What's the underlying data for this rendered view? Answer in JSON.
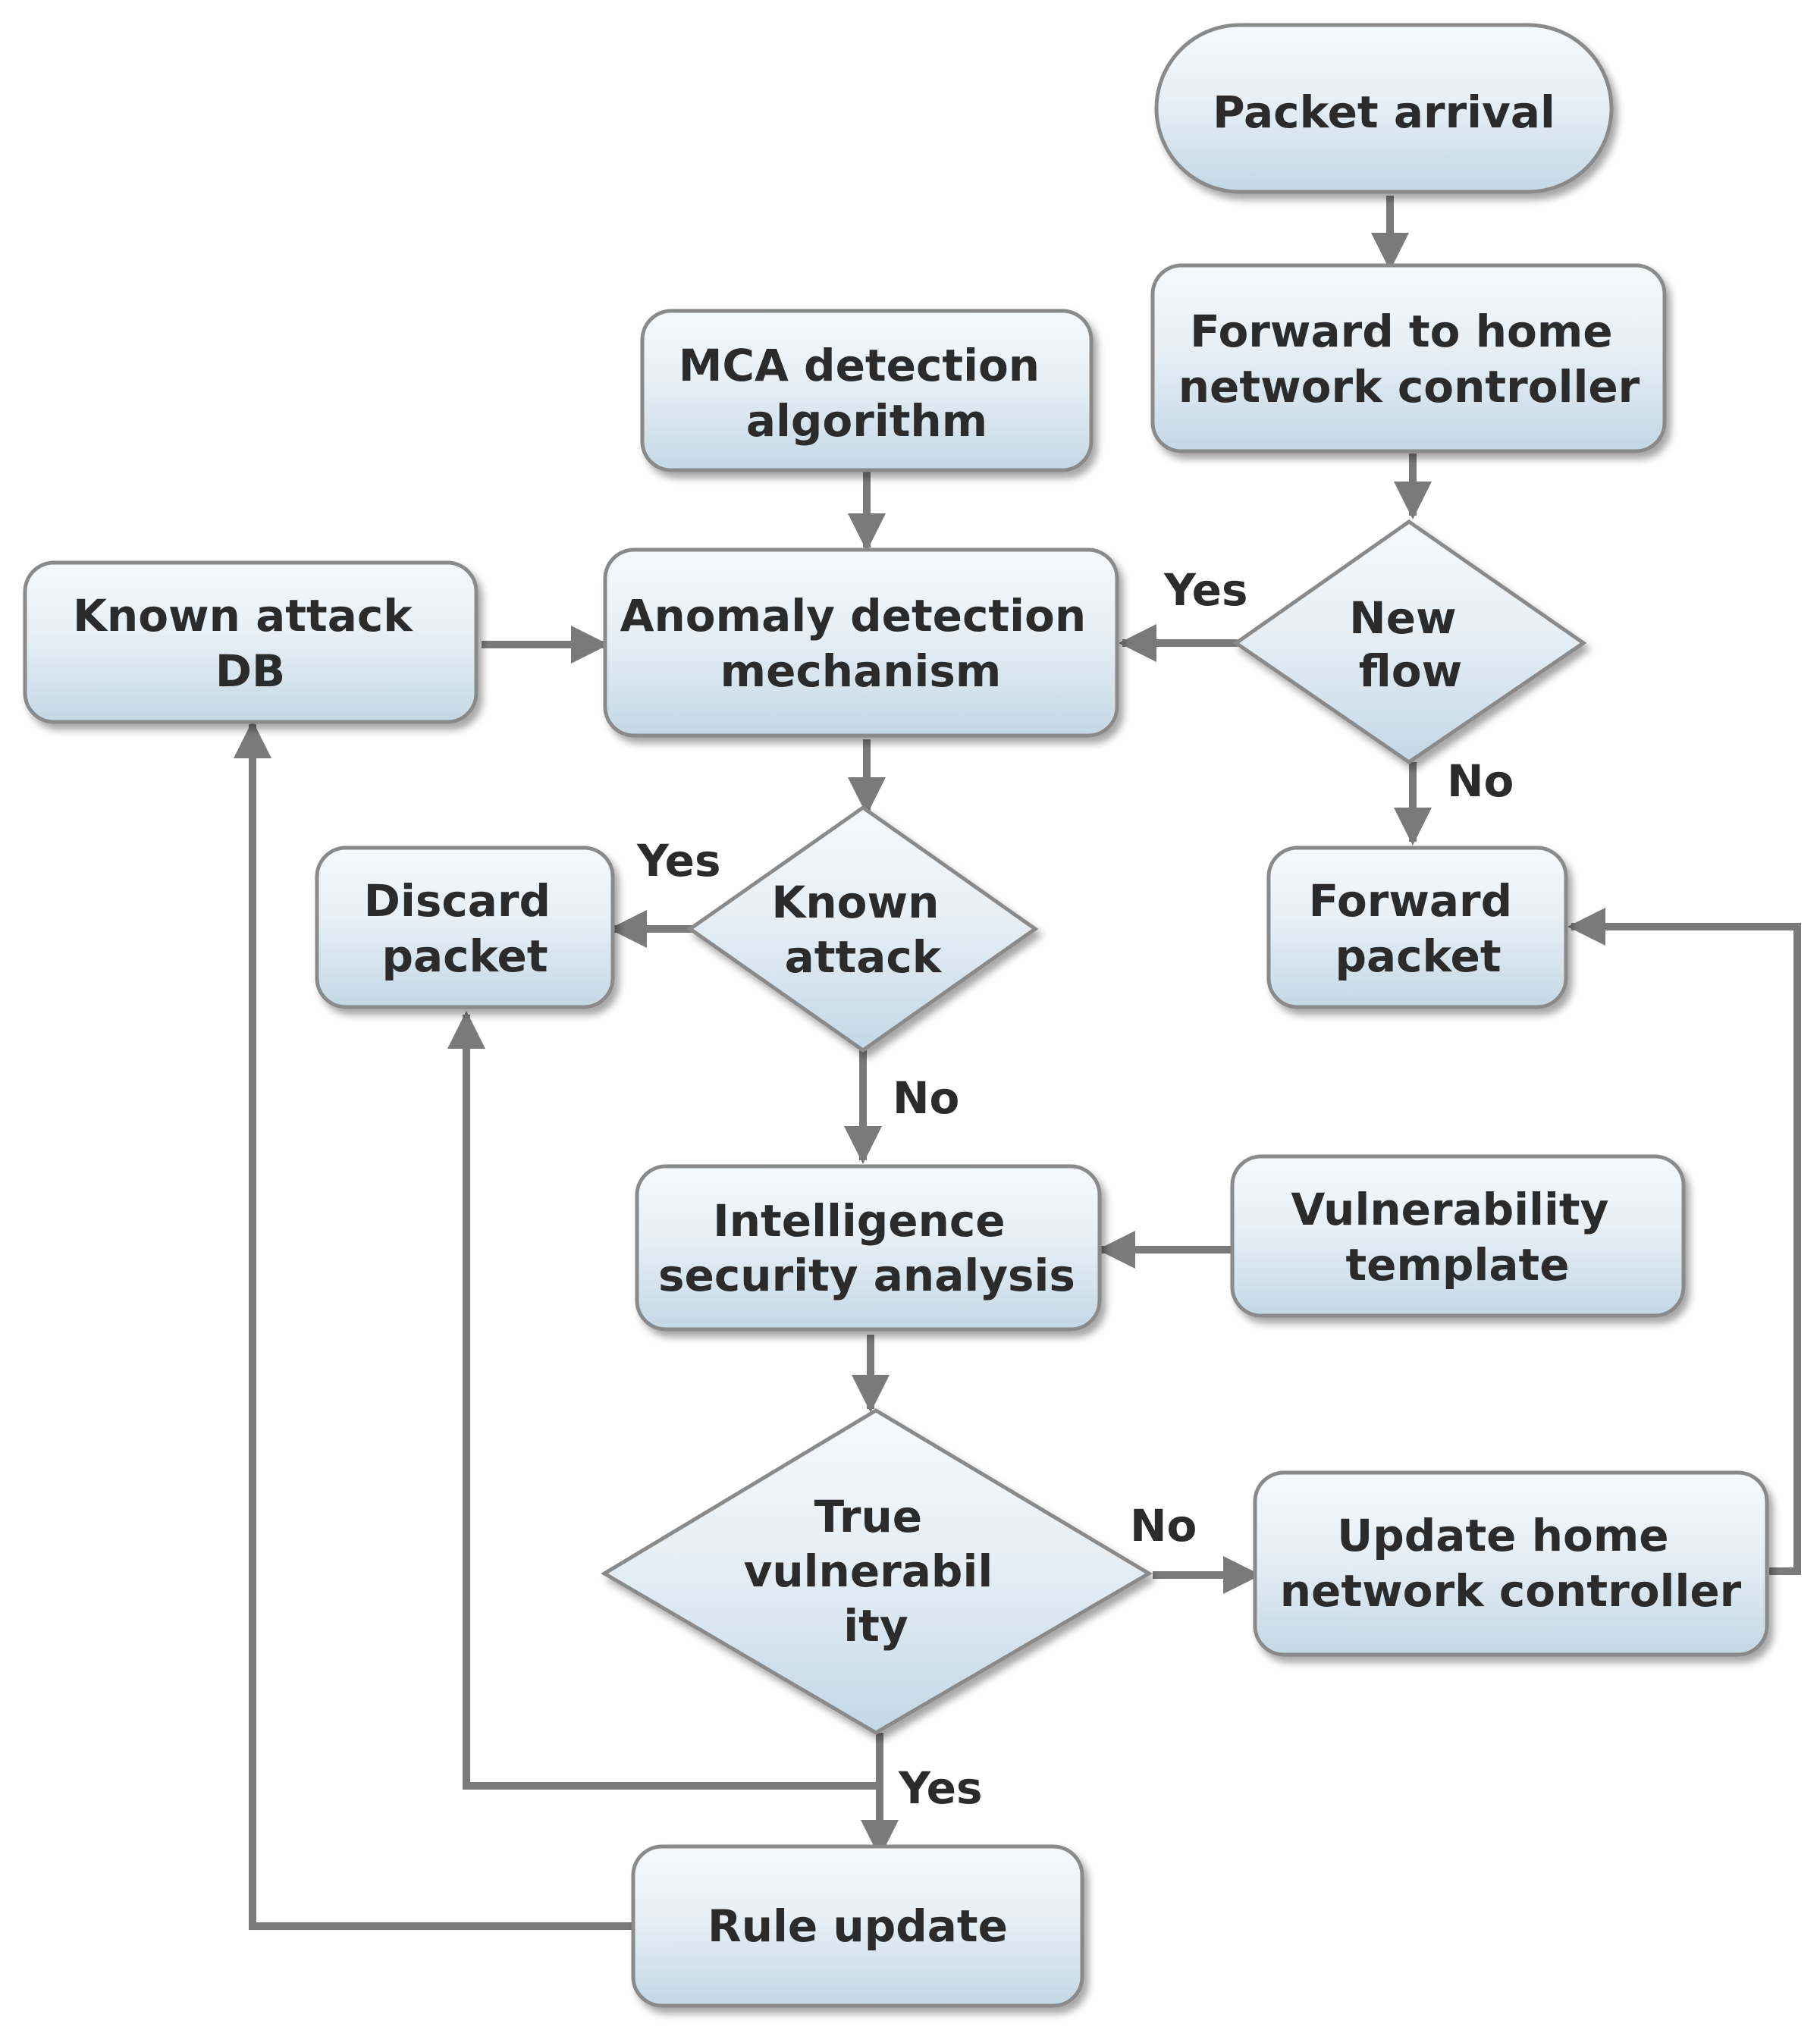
{
  "nodes": {
    "packet_arrival": {
      "lines": [
        "Packet arrival"
      ],
      "shape": "terminal"
    },
    "forward_home": {
      "lines": [
        "Forward to home",
        "network controller"
      ],
      "shape": "process"
    },
    "mca": {
      "lines": [
        "MCA detection",
        "algorithm"
      ],
      "shape": "process"
    },
    "new_flow": {
      "lines": [
        "New",
        "flow"
      ],
      "shape": "decision"
    },
    "known_db": {
      "lines": [
        "Known attack",
        "DB"
      ],
      "shape": "process"
    },
    "anomaly": {
      "lines": [
        "Anomaly detection",
        "mechanism"
      ],
      "shape": "process"
    },
    "known_attack": {
      "lines": [
        "Known",
        "attack"
      ],
      "shape": "decision"
    },
    "discard": {
      "lines": [
        "Discard",
        "packet"
      ],
      "shape": "process"
    },
    "forward_packet": {
      "lines": [
        "Forward",
        "packet"
      ],
      "shape": "process"
    },
    "intelligence": {
      "lines": [
        "Intelligence",
        "security analysis"
      ],
      "shape": "process"
    },
    "vuln_template": {
      "lines": [
        "Vulnerability",
        "template"
      ],
      "shape": "process"
    },
    "true_vuln": {
      "lines": [
        "True",
        "vulnerabil",
        "ity"
      ],
      "shape": "decision"
    },
    "update_home": {
      "lines": [
        "Update home",
        "network controller"
      ],
      "shape": "process"
    },
    "rule_update": {
      "lines": [
        "Rule update"
      ],
      "shape": "process"
    }
  },
  "edge_labels": {
    "new_flow_yes": "Yes",
    "new_flow_no": "No",
    "known_attack_yes": "Yes",
    "known_attack_no": "No",
    "true_vuln_no": "No",
    "true_vuln_yes": "Yes"
  },
  "colors": {
    "fill_top": "#f4f8fb",
    "fill_bottom": "#c6dae6",
    "stroke": "#8a8a8a",
    "arrow": "#7a7a7a",
    "text": "#2b2b2b"
  }
}
